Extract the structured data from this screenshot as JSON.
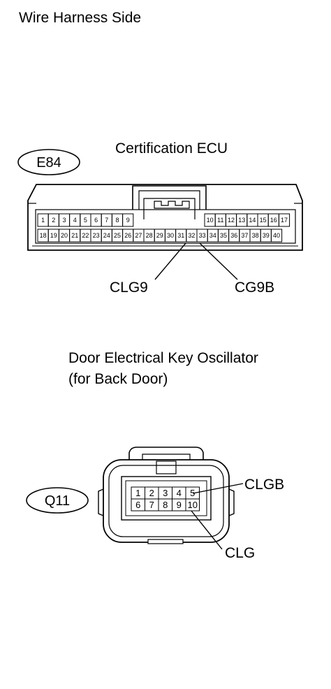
{
  "heading": "Wire Harness Side",
  "connector_e84": {
    "code": "E84",
    "title": "Certification ECU",
    "pins_row1_left": [
      "1",
      "2",
      "3",
      "4",
      "5",
      "6",
      "7",
      "8",
      "9"
    ],
    "pins_row1_right": [
      "10",
      "11",
      "12",
      "13",
      "14",
      "15",
      "16",
      "17"
    ],
    "pins_row2": [
      "18",
      "19",
      "20",
      "21",
      "22",
      "23",
      "24",
      "25",
      "26",
      "27",
      "28",
      "29",
      "30",
      "31",
      "32",
      "33",
      "34",
      "35",
      "36",
      "37",
      "38",
      "39",
      "40"
    ],
    "callout_left": "CLG9",
    "callout_right": "CG9B"
  },
  "connector_q11": {
    "code": "Q11",
    "title_line1": "Door Electrical Key Oscillator",
    "title_line2": "(for Back Door)",
    "pins_row1": [
      "1",
      "2",
      "3",
      "4",
      "5"
    ],
    "pins_row2": [
      "6",
      "7",
      "8",
      "9",
      "10"
    ],
    "callout_top": "CLGB",
    "callout_bottom": "CLG"
  }
}
